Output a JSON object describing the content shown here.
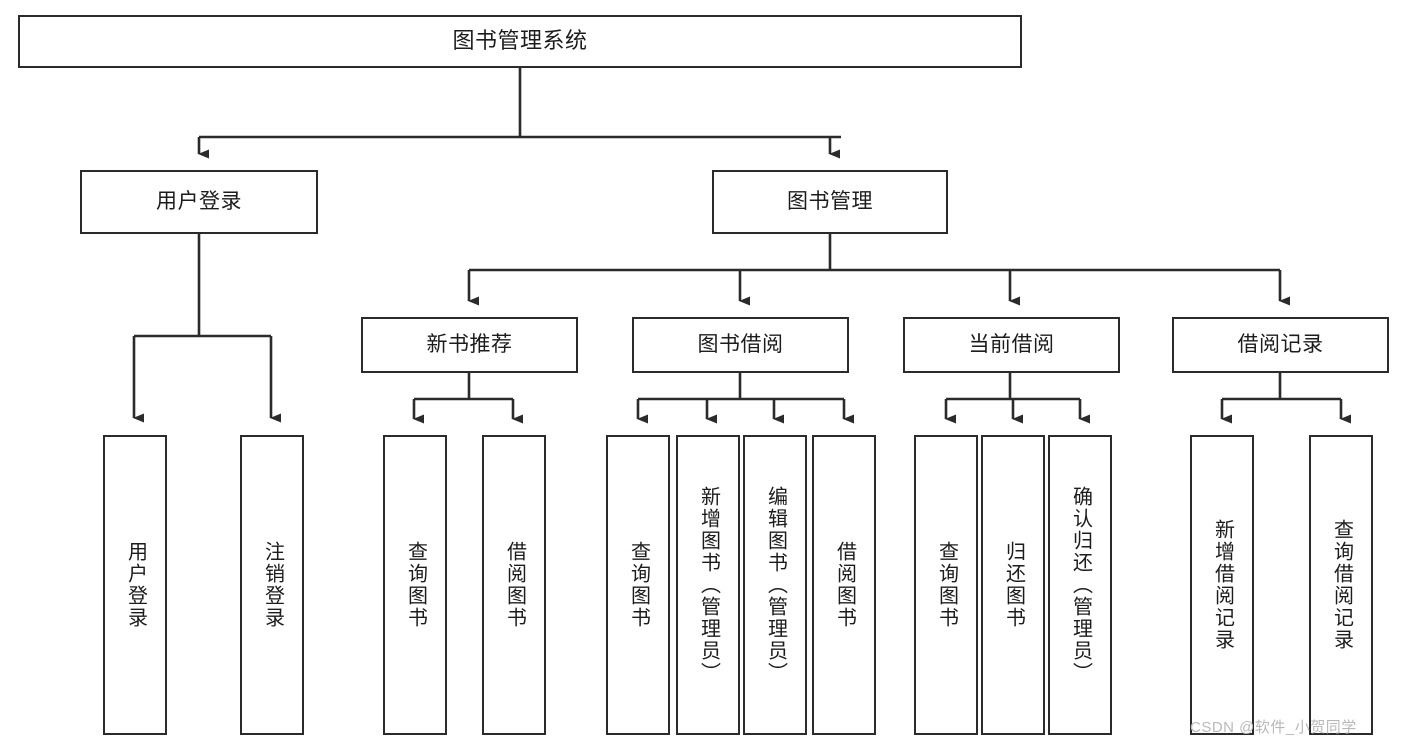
{
  "diagram": {
    "type": "tree-hierarchy",
    "title": "图书管理系统",
    "orientation": "top-down",
    "watermark": "CSDN @软件_小贺同学",
    "stroke_color": "#2b2b2b",
    "fill_color": "#ffffff",
    "text_color": "#1c1c1c",
    "watermark_color": "#b9b9b9"
  },
  "nodes": {
    "root": {
      "label": "图书管理系统",
      "level": 0
    },
    "level1": [
      {
        "id": "user-login",
        "label": "用户登录"
      },
      {
        "id": "book-manage",
        "label": "图书管理"
      }
    ],
    "level2": [
      {
        "id": "new-book-recommend",
        "label": "新书推荐",
        "parent": "book-manage"
      },
      {
        "id": "book-borrow",
        "label": "图书借阅",
        "parent": "book-manage"
      },
      {
        "id": "current-borrow",
        "label": "当前借阅",
        "parent": "book-manage"
      },
      {
        "id": "borrow-record",
        "label": "借阅记录",
        "parent": "book-manage"
      }
    ],
    "leaves": {
      "user_login": [
        {
          "id": "leaf-user-login",
          "label": "用户登录"
        },
        {
          "id": "leaf-user-logout",
          "label": "注销登录"
        }
      ],
      "new_book_recommend": [
        {
          "id": "leaf-query-book-1",
          "label": "查询图书"
        },
        {
          "id": "leaf-borrow-book-1",
          "label": "借阅图书"
        }
      ],
      "book_borrow": [
        {
          "id": "leaf-query-book-2",
          "label": "查询图书"
        },
        {
          "id": "leaf-add-book",
          "label": "新增图书（管理员）"
        },
        {
          "id": "leaf-edit-book",
          "label": "编辑图书（管理员）"
        },
        {
          "id": "leaf-borrow-book-2",
          "label": "借阅图书"
        }
      ],
      "current_borrow": [
        {
          "id": "leaf-query-book-3",
          "label": "查询图书"
        },
        {
          "id": "leaf-return-book",
          "label": "归还图书"
        },
        {
          "id": "leaf-confirm-return",
          "label": "确认归还（管理员）"
        }
      ],
      "borrow_record": [
        {
          "id": "leaf-add-record",
          "label": "新增借阅记录"
        },
        {
          "id": "leaf-query-record",
          "label": "查询借阅记录"
        }
      ]
    }
  }
}
